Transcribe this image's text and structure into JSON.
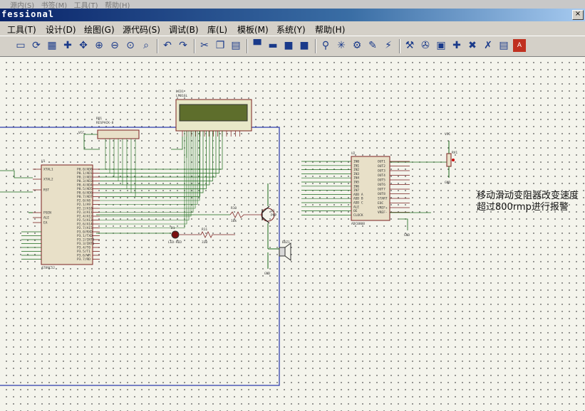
{
  "window": {
    "title": "fessional",
    "ghost_menu": "源内(S)   书签(M)   工具(T)   帮助(H)"
  },
  "menu": [
    {
      "label": "工具(T)"
    },
    {
      "label": "设计(D)"
    },
    {
      "label": "绘图(G)"
    },
    {
      "label": "源代码(S)"
    },
    {
      "label": "调试(B)"
    },
    {
      "label": "库(L)"
    },
    {
      "label": "模板(M)"
    },
    {
      "label": "系统(Y)"
    },
    {
      "label": "帮助(H)"
    }
  ],
  "toolbar": [
    "page-icon",
    "refresh-icon",
    "grid-icon",
    "origin-icon",
    "pan-icon",
    "zoom-in-icon",
    "zoom-out-icon",
    "zoom-all-icon",
    "zoom-area-icon",
    "undo-icon",
    "redo-icon",
    "cut-icon",
    "copy-icon",
    "paste-icon",
    "block-copy-icon",
    "block-move-icon",
    "block-rotate-icon",
    "block-delete-icon",
    "pick-device-icon",
    "make-device-icon",
    "packaging-icon",
    "decompose-icon",
    "wire-autorouter-icon",
    "search-tag-icon",
    "property-tool-icon",
    "new-sheet-icon",
    "add-sheet-icon",
    "remove-sheet-icon",
    "netlist-icon",
    "bom-icon",
    "ares-icon"
  ],
  "components": {
    "lcd": {
      "ref": "LCD1",
      "part": "LM016L"
    },
    "rp1": {
      "ref": "RP1",
      "part": "RESPACK-8"
    },
    "u1": {
      "ref": "U1",
      "part": "AT89C52"
    },
    "u2": {
      "ref": "U2",
      "part": "ADC0808"
    },
    "rv1": {
      "ref": "RV1"
    },
    "q1": {
      "ref": "Q1",
      "part": "PNP"
    },
    "r10": {
      "ref": "R10",
      "value": "10k"
    },
    "r11": {
      "ref": "R11",
      "value": "330"
    },
    "d1": {
      "ref": "D1",
      "part": "LED-RED"
    },
    "buz1": {
      "ref": "BUZ1"
    },
    "gnd": "GND",
    "vcc": "VCC",
    "u1_left_pins": [
      "XTAL1",
      "XTAL2",
      "RST",
      "PSEN",
      "ALE",
      "EA"
    ],
    "u1_right_pins": [
      "P0.0/AD0",
      "P0.1/AD1",
      "P0.2/AD2",
      "P0.3/AD3",
      "P0.4/AD4",
      "P0.5/AD5",
      "P0.6/AD6",
      "P0.7/AD7",
      "P2.0/A8",
      "P2.1/A9",
      "P2.2/A10",
      "P2.3/A11",
      "P2.4/A12",
      "P2.5/A13",
      "P2.6/A14",
      "P2.7/A15",
      "P3.0/RXD",
      "P3.1/TXD",
      "P3.2/INT0",
      "P3.3/INT1",
      "P3.4/T0",
      "P3.5/T1",
      "P3.6/WR",
      "P3.7/RD"
    ],
    "u2_left_pins": [
      "IN0",
      "IN1",
      "IN2",
      "IN3",
      "IN4",
      "IN5",
      "IN6",
      "IN7",
      "ADD A",
      "ADD B",
      "ADD C",
      "ALE",
      "OE",
      "CLOCK"
    ],
    "u2_right_pins": [
      "OUT1",
      "OUT2",
      "OUT3",
      "OUT4",
      "OUT5",
      "OUT6",
      "OUT7",
      "OUT8",
      "START",
      "EOC",
      "VREF+",
      "VREF-"
    ]
  },
  "annotation": {
    "line1": "移动滑动变阻器改变速度",
    "line2": "超过800rmp进行报警"
  }
}
